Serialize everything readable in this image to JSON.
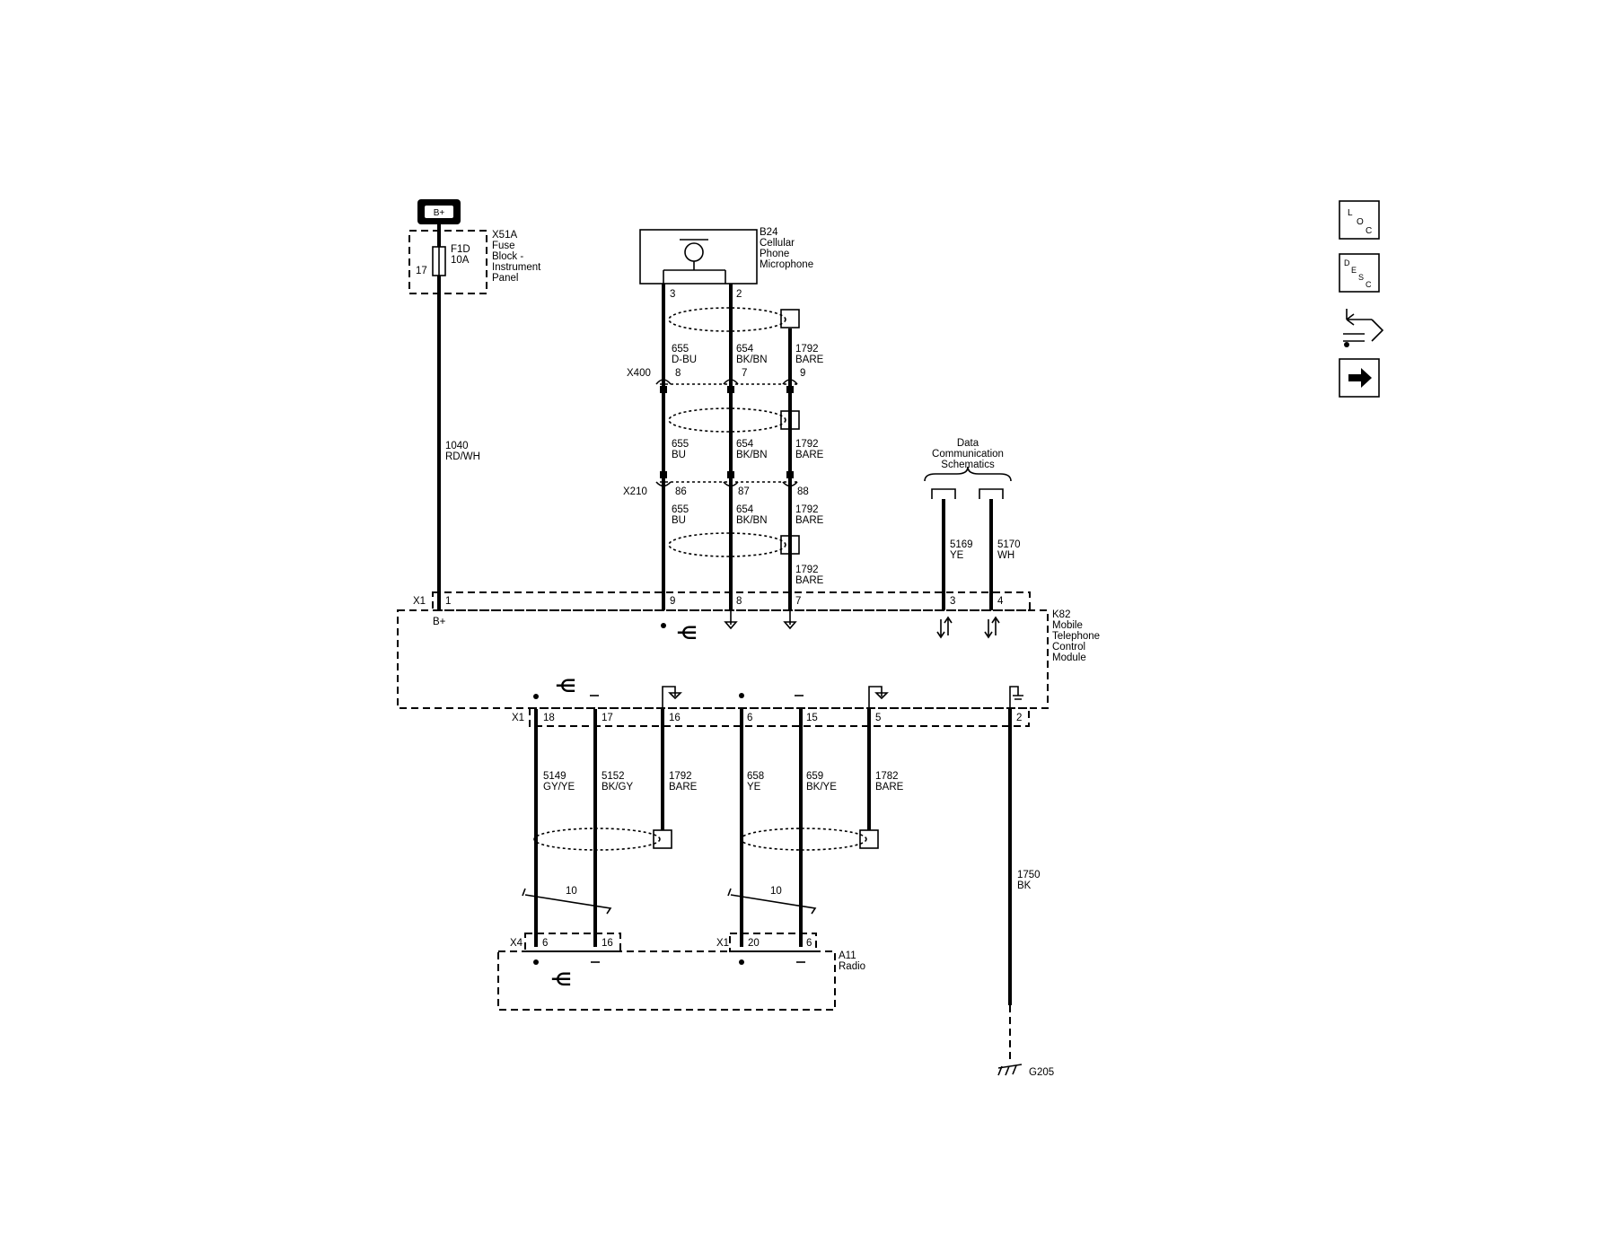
{
  "battery": {
    "label": "B+"
  },
  "fuse_block": {
    "name": [
      "X51A",
      "Fuse",
      "Block -",
      "Instrument",
      "Panel"
    ],
    "fuse": [
      "F1D",
      "10A"
    ],
    "pin": "17"
  },
  "microphone": {
    "name": [
      "B24",
      "Cellular",
      "Phone",
      "Microphone"
    ],
    "pins": [
      "3",
      "2"
    ]
  },
  "connectors": {
    "x400": {
      "name": "X400",
      "pins": [
        "8",
        "7",
        "9"
      ]
    },
    "x210": {
      "name": "X210",
      "pins": [
        "86",
        "87",
        "88"
      ]
    }
  },
  "wires": {
    "power": [
      "1040",
      "RD/WH"
    ],
    "mic_seg1": [
      [
        "655",
        "D-BU"
      ],
      [
        "654",
        "BK/BN"
      ],
      [
        "1792",
        "BARE"
      ]
    ],
    "mic_seg2": [
      [
        "655",
        "BU"
      ],
      [
        "654",
        "BK/BN"
      ],
      [
        "1792",
        "BARE"
      ]
    ],
    "mic_seg3": [
      [
        "655",
        "BU"
      ],
      [
        "654",
        "BK/BN"
      ],
      [
        "1792",
        "BARE"
      ]
    ],
    "drain": [
      "1792",
      "BARE"
    ],
    "data1": [
      "5169",
      "YE"
    ],
    "data2": [
      "5170",
      "WH"
    ],
    "ground": [
      "1750",
      "BK"
    ],
    "radio_audio": [
      [
        "5149",
        "GY/YE"
      ],
      [
        "5152",
        "BK/GY"
      ],
      [
        "1792",
        "BARE"
      ],
      [
        "658",
        "YE"
      ],
      [
        "659",
        "BK/YE"
      ],
      [
        "1782",
        "BARE"
      ]
    ]
  },
  "data_comm": [
    "Data",
    "Communication",
    "Schematics"
  ],
  "module": {
    "name": [
      "K82",
      "Mobile",
      "Telephone",
      "Control",
      "Module"
    ],
    "top_connector": "X1",
    "top_pins": [
      "1",
      "9",
      "8",
      "7",
      "3",
      "4"
    ],
    "bplus_label": "B+",
    "bottom_connector": "X1",
    "bottom_pins": [
      "18",
      "17",
      "16",
      "6",
      "15",
      "5",
      "2"
    ]
  },
  "radio": {
    "name": [
      "A11",
      "Radio"
    ],
    "x4": {
      "name": "X4",
      "pins": [
        "6",
        "16"
      ]
    },
    "x1": {
      "name": "X1",
      "pins": [
        "20",
        "6"
      ]
    }
  },
  "twist_labels": [
    "10",
    "10"
  ],
  "ground_point": "G205",
  "nav": {
    "loc": [
      "L",
      "O",
      "C"
    ],
    "desc": [
      "D",
      "E",
      "S",
      "C"
    ]
  }
}
